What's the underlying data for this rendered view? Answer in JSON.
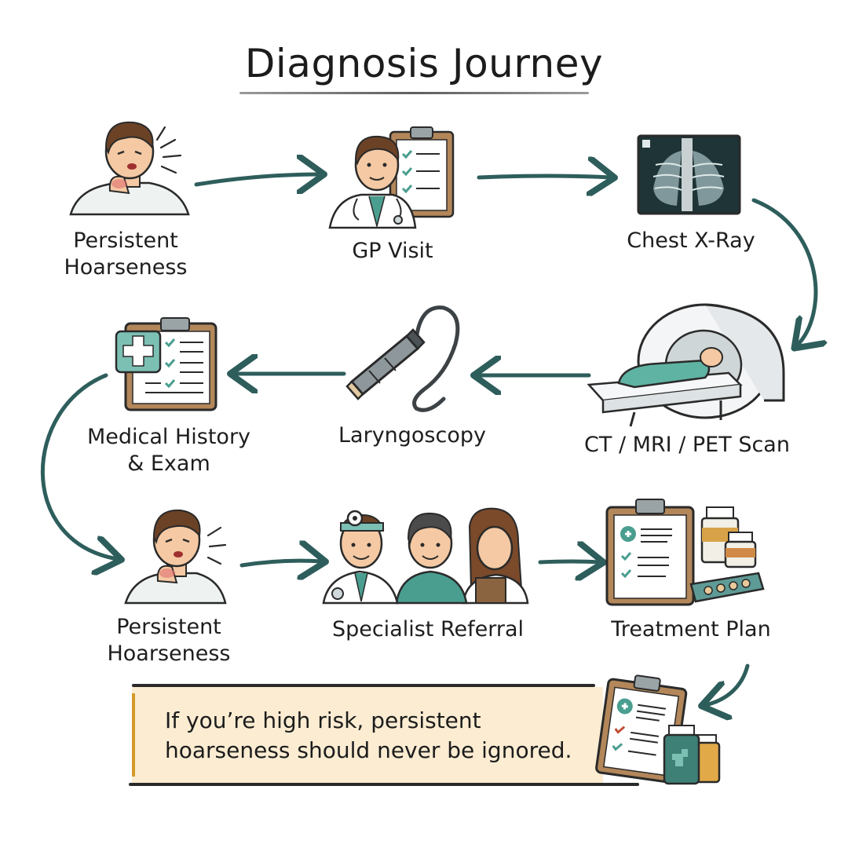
{
  "title": "Diagnosis Journey",
  "colors": {
    "arrow": "#2e5e5c",
    "teal": "#4a9e90",
    "skin": "#f4c9a3",
    "hair": "#6b4226",
    "clipboard": "#b3875a",
    "callout_bg": "#fbecd2",
    "callout_bar": "#d49a2a"
  },
  "steps": [
    {
      "id": "persistent-hoarseness-1",
      "label_lines": [
        "Persistent",
        "Hoarseness"
      ],
      "icon": "coughing-man-icon"
    },
    {
      "id": "gp-visit",
      "label_lines": [
        "GP Visit"
      ],
      "icon": "doctor-clipboard-icon"
    },
    {
      "id": "chest-x-ray",
      "label_lines": [
        "Chest X-Ray"
      ],
      "icon": "xray-film-icon"
    },
    {
      "id": "ct-mri-pet-scan",
      "label_lines": [
        "CT / MRI / PET Scan"
      ],
      "icon": "ct-scanner-icon"
    },
    {
      "id": "laryngoscopy",
      "label_lines": [
        "Laryngoscopy"
      ],
      "icon": "laryngoscope-icon"
    },
    {
      "id": "medical-history-exam",
      "label_lines": [
        "Medical History",
        "& Exam"
      ],
      "icon": "medical-checklist-icon"
    },
    {
      "id": "persistent-hoarseness-2",
      "label_lines": [
        "Persistent",
        "Hoarseness"
      ],
      "icon": "coughing-man-icon"
    },
    {
      "id": "specialist-referral",
      "label_lines": [
        "Specialist Referral"
      ],
      "icon": "specialist-team-icon"
    },
    {
      "id": "treatment-plan",
      "label_lines": [
        "Treatment Plan"
      ],
      "icon": "treatment-clipboard-icon"
    }
  ],
  "callout": {
    "lines": [
      "If you’re high risk, persistent",
      "hoarseness should never be ignored."
    ],
    "icon": "clipboard-medicine-icon"
  }
}
